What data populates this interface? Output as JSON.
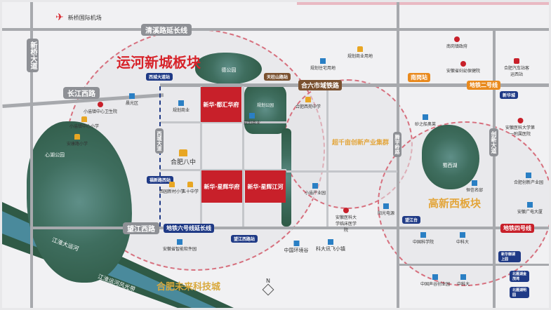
{
  "airport": {
    "label": "新桥国际机场",
    "icon": "plane-icon"
  },
  "zones": {
    "yunhe": "运河新城板块",
    "chaoqian": "超千亩创新产业集群",
    "gaoxin": "高新西板块",
    "weilai": "合肥未来科技城"
  },
  "roads": {
    "qingxi": "清溪路延长线",
    "xinqiao": "新桥大道",
    "changjiang": "长江西路",
    "wangjiang": "望江西路",
    "xicheng": "西城大道",
    "chuangxin": "创新大道",
    "tengyu": "腾宇岭路"
  },
  "rail": {
    "heliu": "合六市域铁路",
    "metro2": "地铁二号线",
    "metro4": "地铁四号线",
    "metro6": "地铁六号线延长线"
  },
  "stations": {
    "xicheng": "西城大道站",
    "tianzhu": "天柱山路站",
    "nangang": "南岗站",
    "fuxin": "福新路西站",
    "wangjiang": "望江西路站",
    "wangjiangtai": "望江台"
  },
  "projects": {
    "p1": "新华·都汇华府",
    "p2": "新华·星辉华府",
    "p3": "新华·星辉江河"
  },
  "badges": {
    "xinhuacheng": "新华城",
    "xinhuayuhu": "新华御湖上园",
    "beiyan1": "北雁湖金茂湾",
    "beiyan2": "北雁湖明园"
  },
  "parks": {
    "de": "德公园",
    "guihua": "规划公园",
    "xinhu": "心湖公园",
    "shuxi": "蜀西湖",
    "jianghuai": "江淮大运河",
    "fengguang": "江淮运河风光带"
  },
  "pois": {
    "a": "小庙镇中心卫生院",
    "b": "晨光区",
    "c": "规划商业",
    "d": "规划商业",
    "e": "合肥西苑中学",
    "f": "小庙镇中心小学",
    "g": "安康路小学",
    "h": "合肥八中",
    "i": "安徽省智能软件园",
    "j": "规划商业用地",
    "k": "规划住宅用地",
    "l": "南岗镇政府",
    "m": "安徽省妇幼保健院",
    "n": "合肥汽车站客运西站",
    "o": "砂之船奥莱",
    "p": "安徽医科大学第一附属医院",
    "q": "中国科学院",
    "r": "中科大",
    "s": "中国环境谷",
    "t": "科大讯飞小镇",
    "u": "中国声谷创业园",
    "v": "中科大",
    "w": "小庙产业园",
    "x": "阳光电源",
    "y": "安徽医科大学临床医学院",
    "z": "合肥创新产业园",
    "aa": "安徽广电大厦",
    "ab": "恒信名邸",
    "ac": "西园新村小学",
    "ad": "五十中学"
  },
  "compass": "N",
  "colors": {
    "accent": "#c8202a",
    "navy": "#1f3a86",
    "gold": "#e8a623"
  }
}
